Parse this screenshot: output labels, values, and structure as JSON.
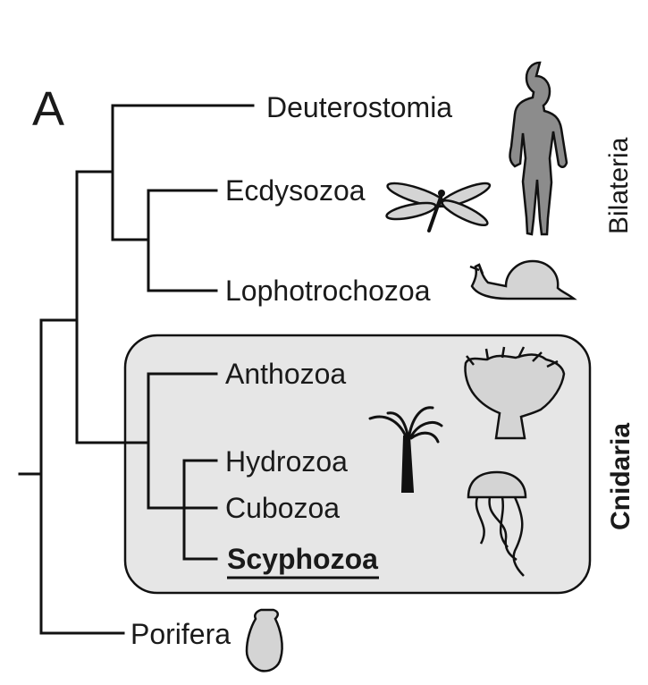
{
  "panel_label": "A",
  "taxa": {
    "deuterostomia": "Deuterostomia",
    "ecdysozoa": "Ecdysozoa",
    "lophotrochozoa": "Lophotrochozoa",
    "anthozoa": "Anthozoa",
    "hydrozoa": "Hydrozoa",
    "cubozoa": "Cubozoa",
    "scyphozoa": "Scyphozoa",
    "porifera": "Porifera"
  },
  "groups": {
    "bilateria": "Bilateria",
    "cnidaria": "Cnidaria"
  },
  "icons": {
    "deuterostomia": "human-silhouette-icon",
    "ecdysozoa": "dragonfly-icon",
    "lophotrochozoa": "snail-icon",
    "anthozoa": "sea-anemone-icon",
    "hydrozoa": "hydra-icon",
    "scyphozoa": "jellyfish-icon",
    "porifera": "sponge-icon"
  },
  "highlighted_taxon": "Scyphozoa",
  "cnidaria_box_fill": "#e6e6e6"
}
